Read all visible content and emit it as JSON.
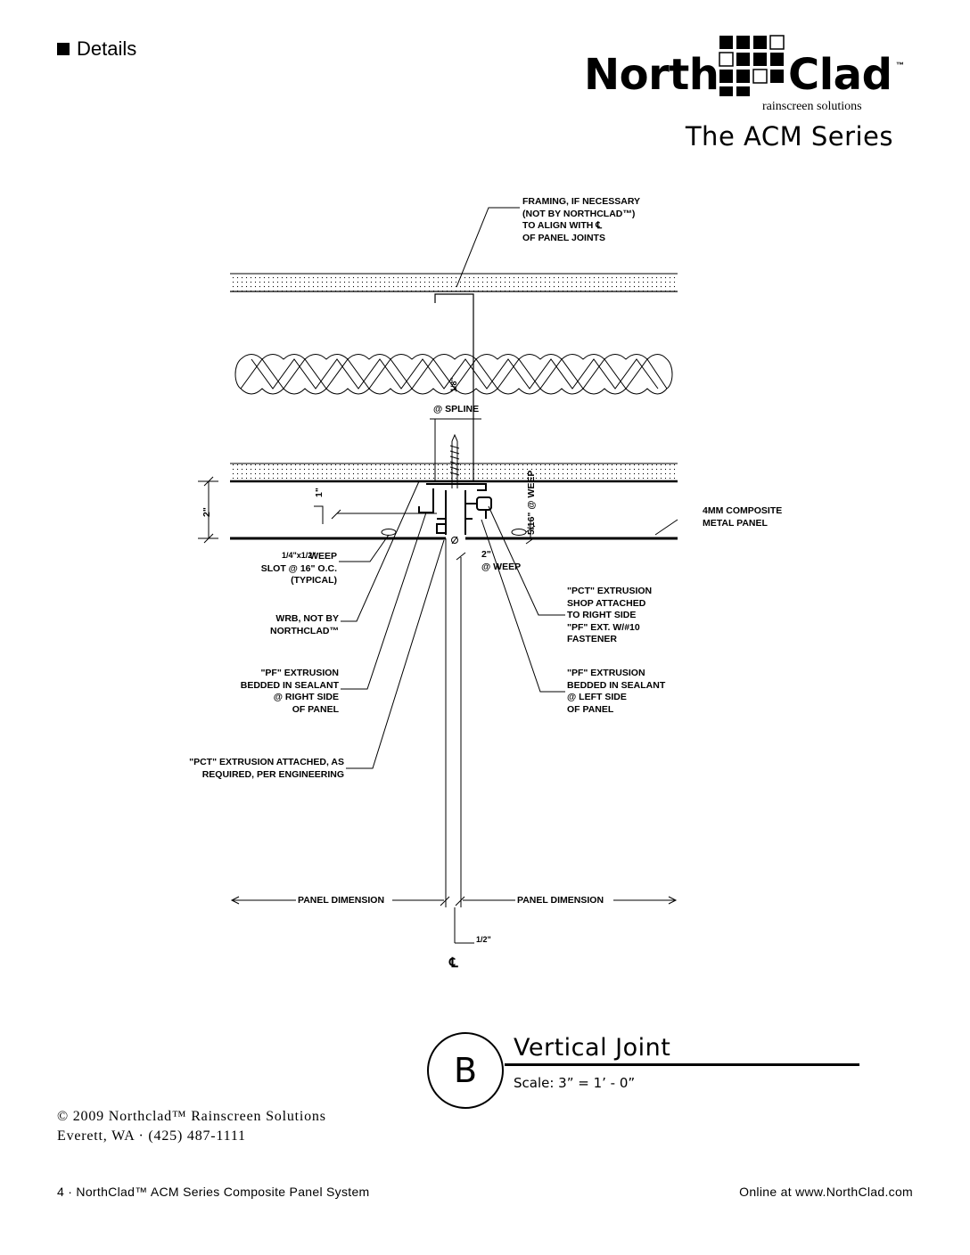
{
  "header": {
    "section_label": "Details",
    "brand": {
      "word_left": "North",
      "word_right": "Clad",
      "trademark": "™",
      "tagline": "rainscreen solutions"
    },
    "series_title": "The ACM Series"
  },
  "drawing": {
    "notes": {
      "framing": "FRAMING, IF NECESSARY\n(NOT BY NORTHCLAD™)\nTO ALIGN WITH ℄\nOF PANEL JOINTS",
      "spline": "@ SPLINE",
      "spline_dim": "1/8\"",
      "dim_2": "2\"",
      "dim_1": "1\"",
      "weep_dim": "5/16\" @ WEEP",
      "composite_panel": "4MM COMPOSITE\nMETAL PANEL",
      "weep_slot_frac": "1/4\"x1/2\"",
      "weep_slot": " WEEP\nSLOT @ 16\" O.C.\n(TYPICAL)",
      "weep_2": "2\"\n@ WEEP",
      "pct_shop": "\"PCT\" EXTRUSION\nSHOP ATTACHED\nTO RIGHT SIDE\n\"PF\" EXT. W/#10\nFASTENER",
      "wrb": "WRB, NOT BY\nNORTHCLAD™",
      "pf_right": "\"PF\" EXTRUSION\nBEDDED IN SEALANT\n@ RIGHT SIDE\nOF PANEL",
      "pf_left": "\"PF\" EXTRUSION\nBEDDED IN SEALANT\n@ LEFT SIDE\nOF PANEL",
      "pct_attached": "\"PCT\" EXTRUSION ATTACHED, AS\nREQUIRED, PER ENGINEERING",
      "panel_dim_left": "PANEL DIMENSION",
      "panel_dim_right": "PANEL DIMENSION",
      "joint_dim": "1/2\"",
      "centerline": "℄"
    }
  },
  "figure": {
    "letter": "B",
    "title": "Vertical Joint",
    "scale": "Scale: 3” = 1’ - 0”"
  },
  "footer": {
    "copyright": "© 2009 Northclad™ Rainscreen Solutions",
    "address": "Everett, WA · (425) 487-1111",
    "page": "4 · NorthClad™ ACM Series Composite Panel System",
    "online": "Online at www.NorthClad.com"
  }
}
